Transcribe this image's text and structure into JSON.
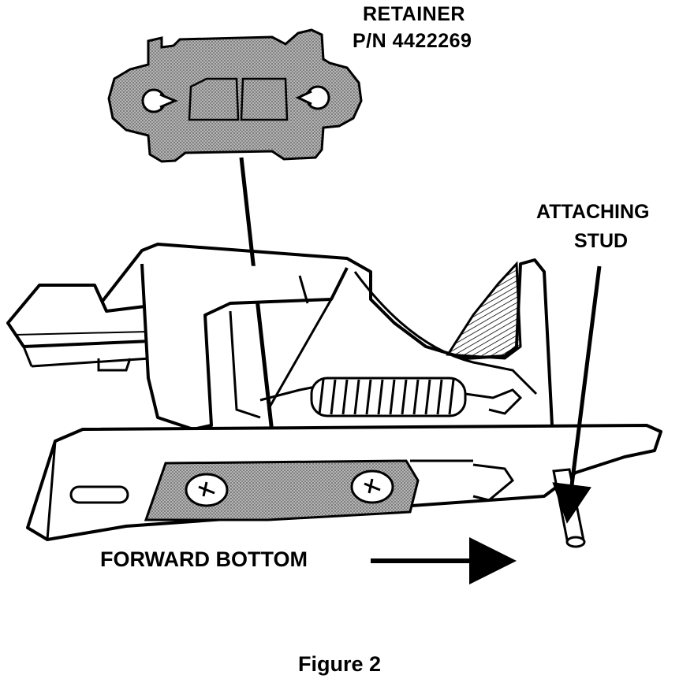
{
  "labels": {
    "retainer": "RETAINER",
    "part_number": "P/N 4422269",
    "attaching_1": "ATTACHING",
    "attaching_2": "STUD",
    "forward_bottom": "FORWARD BOTTOM",
    "caption": "Figure 2"
  },
  "colors": {
    "ink": "#000000",
    "paper": "#ffffff",
    "stipple": "#9a9a9a"
  }
}
